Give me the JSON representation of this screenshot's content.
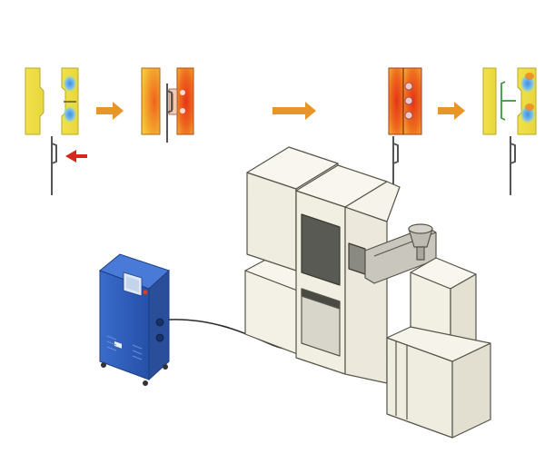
{
  "diagram": {
    "colors": {
      "hot_red": "#e8341c",
      "hot_orange": "#f08a1c",
      "warm_yellow": "#f6d23a",
      "cool_yellow": "#e8e84a",
      "cool_blue": "#5aa8e0",
      "arrow_orange": "#e8962a",
      "arrow_red": "#d9261c",
      "machine_fill": "#f3f1e6",
      "machine_stroke": "#55554a",
      "controller_blue": "#2f5db8",
      "controller_dark": "#1d3f86",
      "cable": "#2a2a2a"
    },
    "stages": [
      {
        "id": "stage-1",
        "state": "mold-open-cool",
        "part": "present",
        "motion_arrow": "left-red"
      },
      {
        "id": "stage-2",
        "state": "mold-closed-heated",
        "part": "present",
        "motion_arrow": "none"
      },
      {
        "id": "stage-3",
        "state": "mold-closed-hot",
        "part": "present",
        "motion_arrow": "none"
      },
      {
        "id": "stage-4",
        "state": "mold-open-cooling",
        "part": "present",
        "motion_arrow": "none"
      }
    ],
    "flow_arrows": [
      "stage-1-to-2",
      "stage-2-to-3",
      "stage-3-to-4"
    ],
    "equipment": [
      {
        "id": "temperature-controller",
        "icon": "controller-cabinet-icon"
      },
      {
        "id": "injection-molding-machine",
        "icon": "machine-icon"
      }
    ]
  }
}
